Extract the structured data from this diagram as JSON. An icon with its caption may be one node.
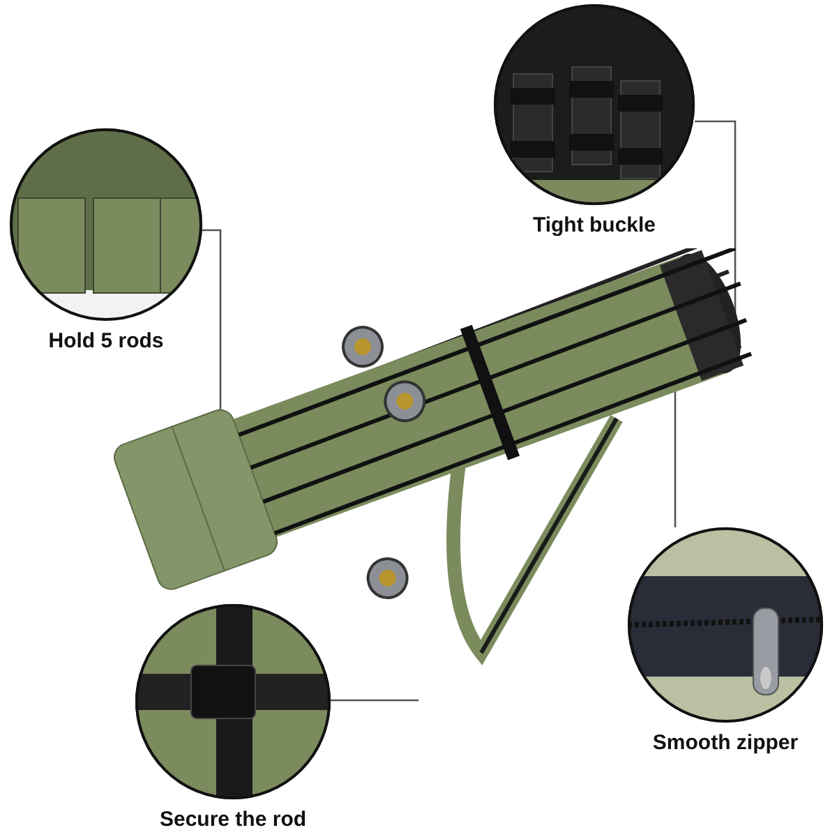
{
  "diagram": {
    "nodes": [
      {
        "text": [
          "Tight buckle"
        ]
      },
      {
        "text": [
          "Hold 5 rods"
        ]
      },
      {
        "text": [],
        "shape": "picture"
      },
      {
        "text": [
          "Smooth zipper"
        ]
      },
      {
        "text": [
          "Secure the rod"
        ]
      }
    ],
    "edges": [
      {
        "from": 0,
        "to": 2,
        "arrow": "none"
      },
      {
        "from": 1,
        "to": 2,
        "arrow": "none"
      },
      {
        "from": 3,
        "to": 2,
        "arrow": "none"
      },
      {
        "from": 4,
        "to": 2,
        "arrow": "none"
      }
    ]
  }
}
